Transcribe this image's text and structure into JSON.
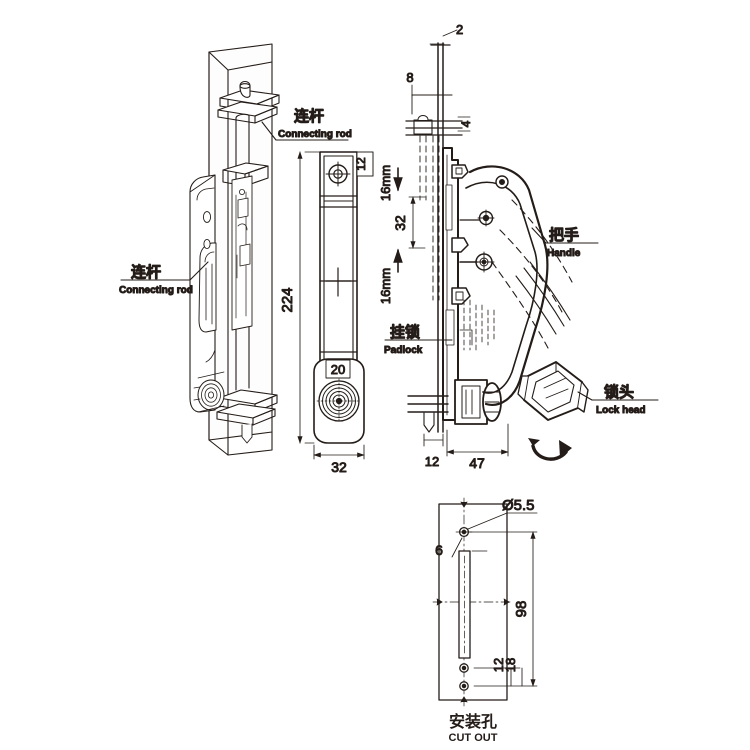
{
  "drawing": {
    "title_cn": "安装孔",
    "title_en": "CUT OUT",
    "line_color": "#241c18",
    "bg_color": "#ffffff"
  },
  "callouts": {
    "connecting_rod_left": {
      "cn": "连杆",
      "en": "Connecting rod"
    },
    "connecting_rod_top": {
      "cn": "连杆",
      "en": "Connecting rod"
    },
    "padlock": {
      "cn": "挂锁",
      "en": "Padlock"
    },
    "handle": {
      "cn": "把手",
      "en": "Handle"
    },
    "lock_head": {
      "cn": "锁头",
      "en": "Lock head"
    }
  },
  "dimensions": {
    "front_view": {
      "height": "224",
      "width": "32",
      "top_plate": "12",
      "lower_body": "20"
    },
    "side_view": {
      "top_thickness": "2",
      "top_offset": "8",
      "small_step": "4",
      "travel_down": "16mm",
      "travel_up": "16mm",
      "stroke": "32",
      "base_thickness": "12",
      "depth": "47"
    },
    "cutout": {
      "hole_dia": "Ø5.5",
      "hole_offset": "6",
      "total_height": "98",
      "pitch_lower": "12",
      "pitch_outer": "18"
    }
  },
  "icons": {
    "rotation_arrow": "rotation-arrow-icon",
    "arrow_down": "arrow-down-icon",
    "arrow_up": "arrow-up-icon"
  }
}
